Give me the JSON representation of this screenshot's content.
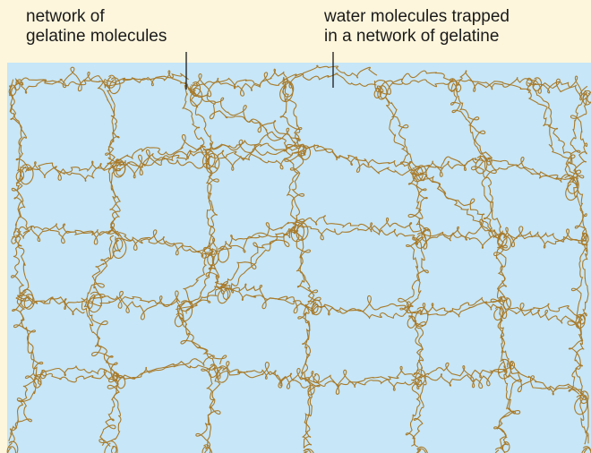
{
  "labels": {
    "gelatine_network": [
      "network of",
      "gelatine molecules"
    ],
    "trapped_water": [
      "water molecules trapped",
      "in a network of gelatine"
    ]
  },
  "colors": {
    "background": "#fdf6dc",
    "water": "#c7e6f7",
    "gelatine": "#a87a2a",
    "leader_line": "#1a1a1a"
  }
}
